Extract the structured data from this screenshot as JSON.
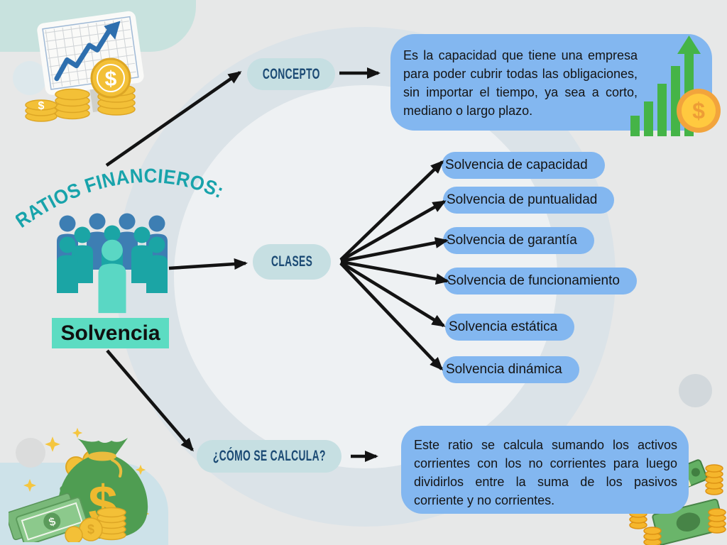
{
  "poster": {
    "curved_title": "RATIOS FINANCIEROS:",
    "main_topic": "Solvencia"
  },
  "nodes": {
    "concepto": "CONCEPTO",
    "clases": "CLASES",
    "calculo": "¿CÓMO SE CALCULA?"
  },
  "concepto_definition": "Es la capacidad que tiene una empresa para poder cubrir todas las obligaciones, sin importar el tiempo, ya sea a corto, mediano o largo plazo.",
  "calculo_definition": "Este ratio se calcula sumando los activos corrientes con los no corrientes para luego dividirlos entre la suma de los pasivos corriente y no corrientes.",
  "clases_list": [
    "Solvencia de capacidad",
    "Solvencia de puntualidad",
    "Solvencia de garantía",
    "Solvencia de funcionamiento",
    "Solvencia estática",
    "Solvencia dinámica"
  ],
  "icons": {
    "top_left": "growth-chart-with-coins-icon",
    "center_left": "crowd-people-icon",
    "top_right": "rising-bars-arrow-icon-and-dollar-coin-icon",
    "bottom_left": "money-bag-with-coins-and-bills-icon",
    "bottom_right": "cash-stacks-and-coins-icon"
  },
  "coin_symbol": "$",
  "colors": {
    "bg": "#e7e8e8",
    "teal-backdrop": "#c8e2de",
    "blue-backdrop": "#cde2e9",
    "node-pill": "#c6dfe2",
    "node-text": "#1b4a74",
    "blue-pill": "#83b7f0",
    "mint": "#5cdcc2",
    "curved": "#18a3ab",
    "arrow": "#131313",
    "green": "#45b447",
    "gold": "#f3c037",
    "orange": "#f2a43c",
    "people-blue": "#3d7eb3",
    "people-teal": "#1ba5a5",
    "people-mint": "#5ad7c4",
    "bag-green": "#4f9d52"
  }
}
